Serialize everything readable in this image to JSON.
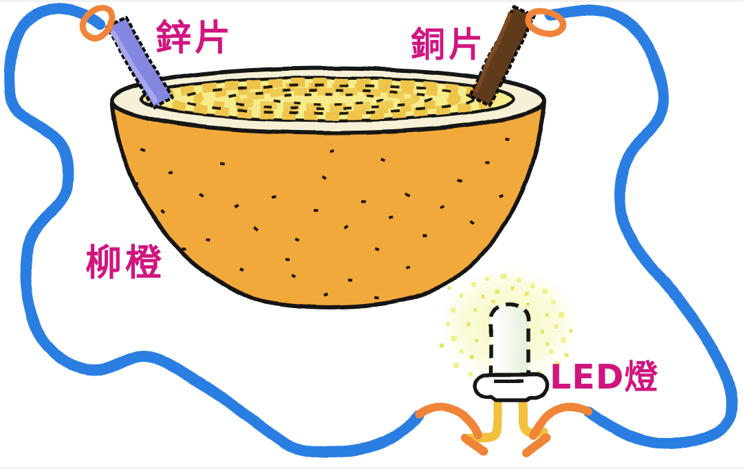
{
  "figure": {
    "type": "hand-drawn fruit-battery circuit diagram",
    "labels": {
      "zinc_plate": "鋅片",
      "copper_plate": "銅片",
      "orange_fruit": "柳橙",
      "led_light": "LED燈"
    },
    "parts": [
      "zinc-strip electrode inserted in orange half",
      "copper-strip electrode inserted in orange half",
      "orange half (bowl) with pulp",
      "blue connecting wires",
      "orange alligator-clip loops",
      "glowing LED lamp with two leads"
    ],
    "colors": {
      "label_text": "#d0157f",
      "wire_blue": "#2a7ee2",
      "clip_and_twist_orange": "#f08438",
      "zinc_strip": "#8487df",
      "copper_strip": "#5e3b1c",
      "orange_rind": "#f2a93b",
      "orange_pith": "#f6f1d6",
      "orange_pulp": "#f6ec8c",
      "pulp_mottle": "#efc44c",
      "led_glow": "#f2f299",
      "led_body": "#eef6e7",
      "led_leg_yellow": "#f1c13d",
      "outline_black": "#161616",
      "background": "#ffffff"
    }
  }
}
